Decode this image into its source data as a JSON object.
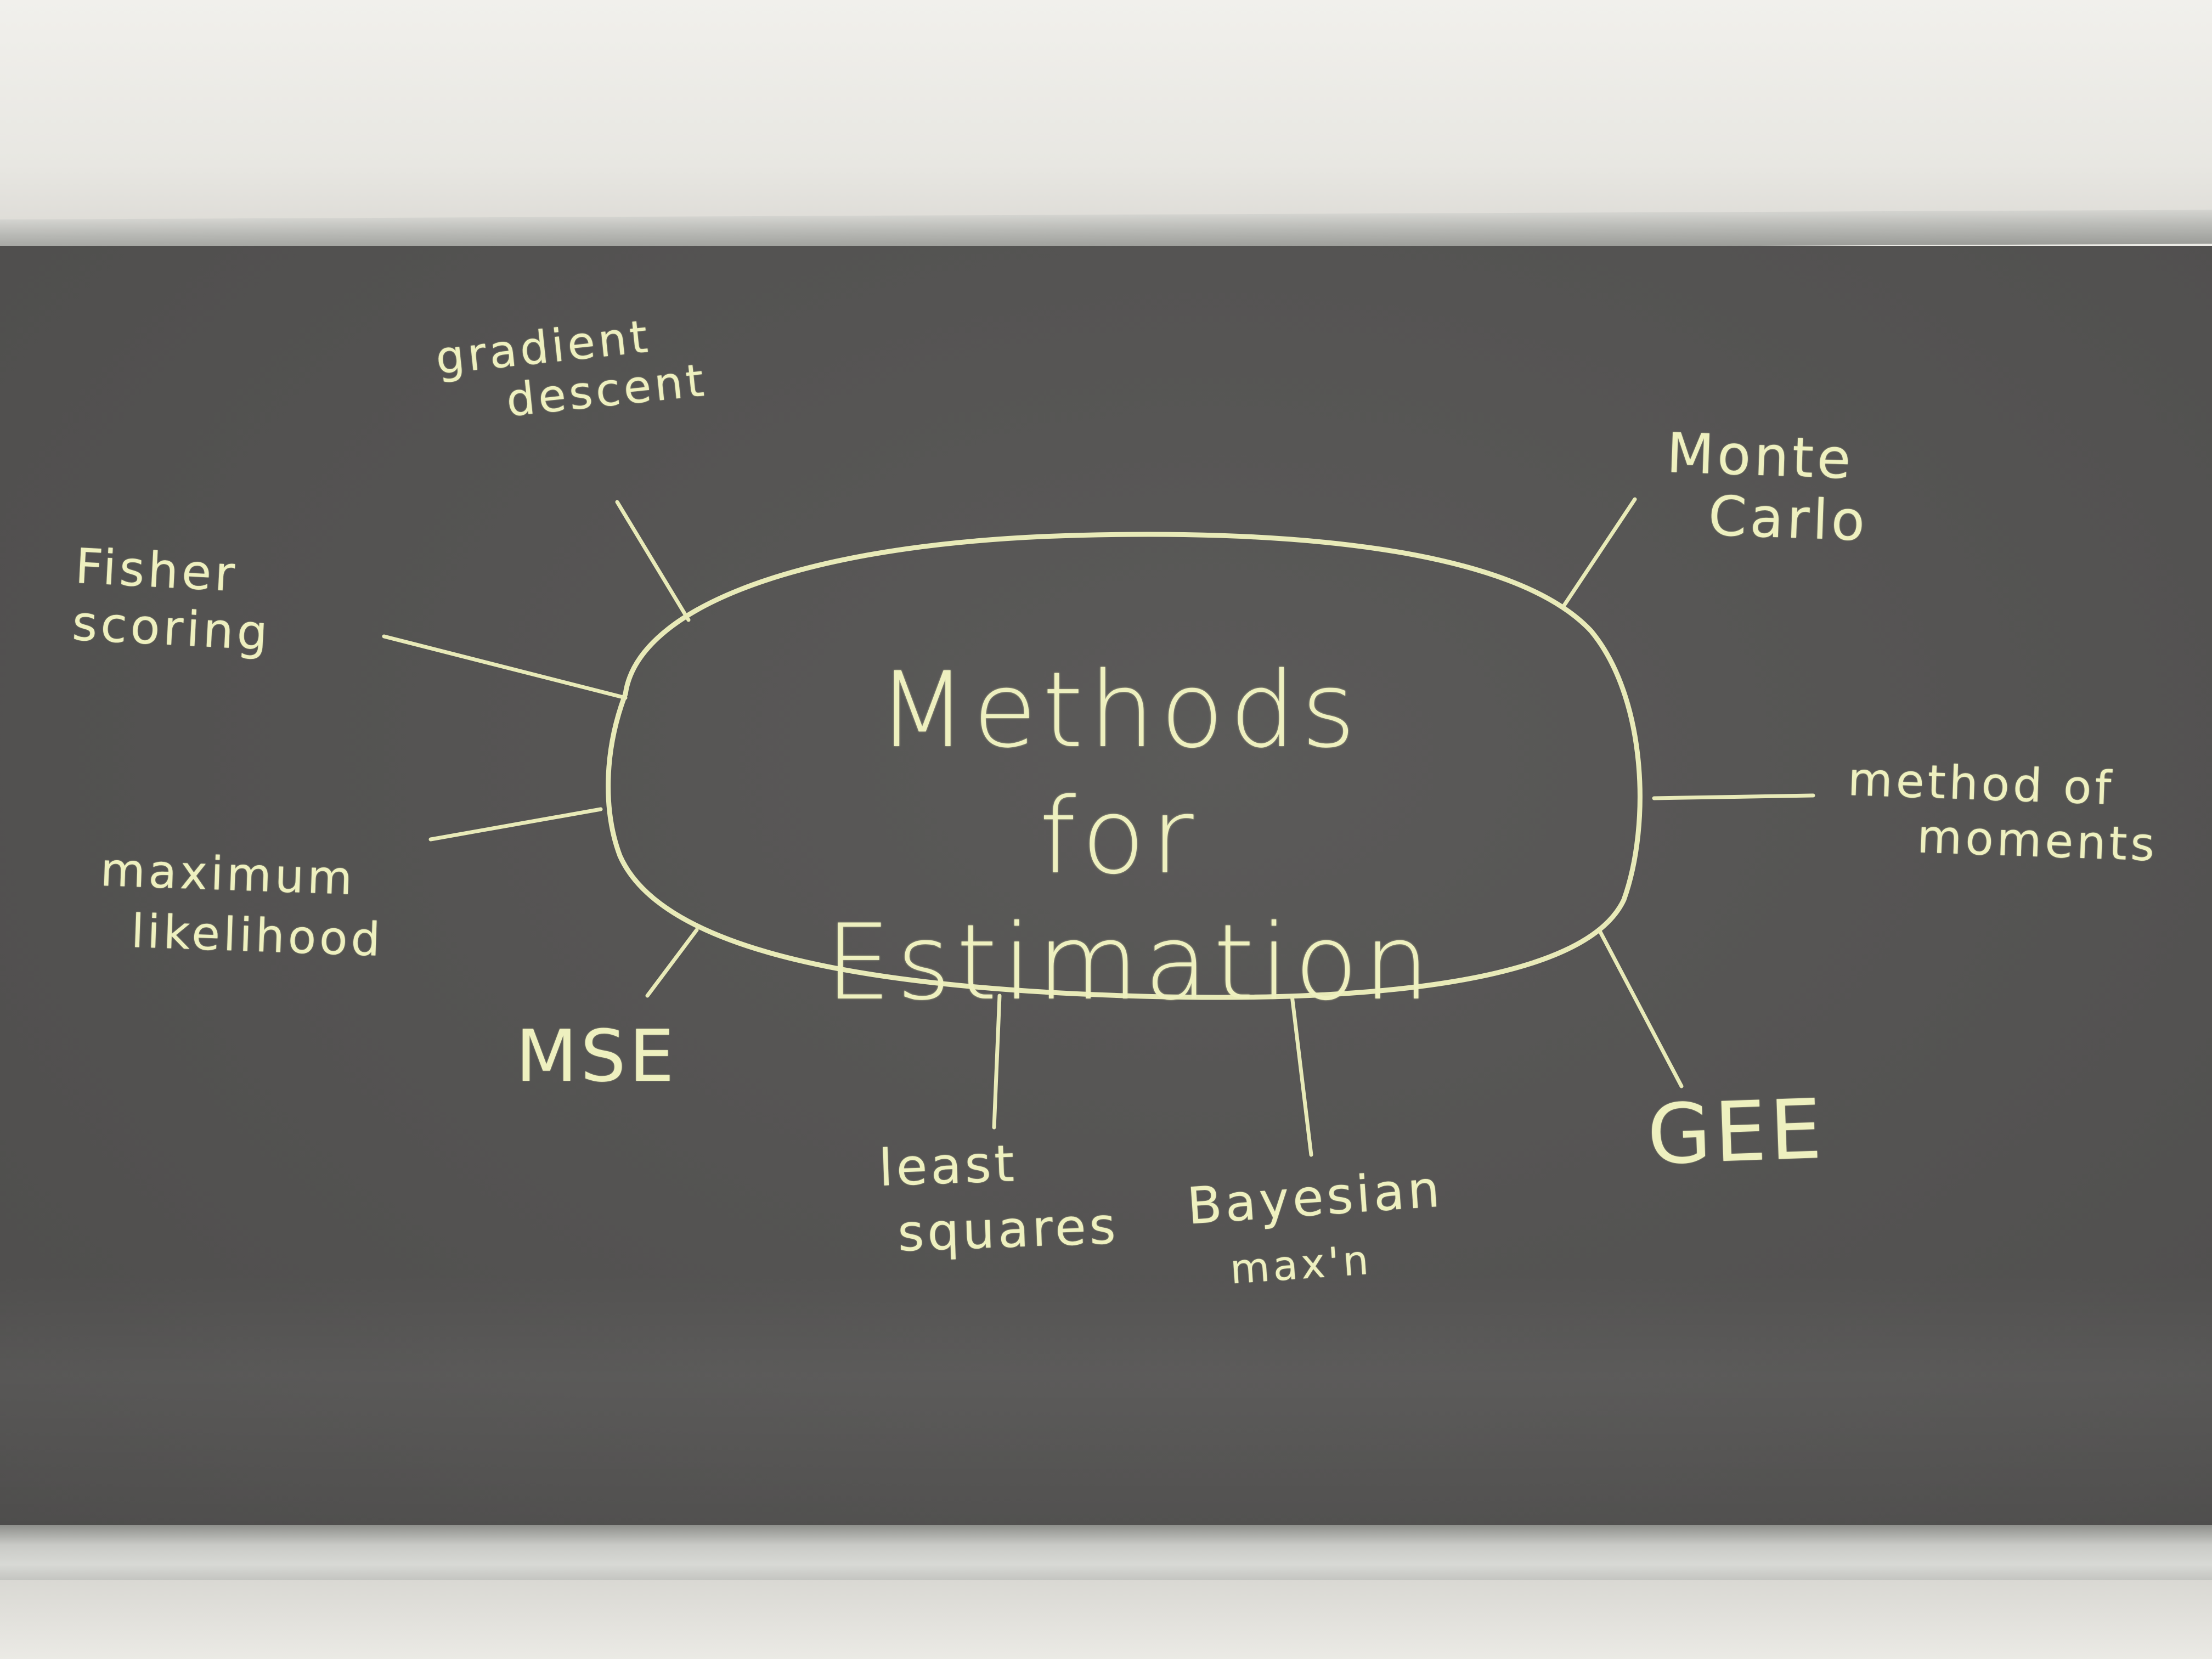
{
  "center": {
    "line1": "Methods for",
    "line2": "Estimation"
  },
  "branches": {
    "gradient_descent": {
      "line1": "gradient",
      "line2": "descent"
    },
    "fisher_scoring": {
      "line1": "Fisher",
      "line2": "scoring"
    },
    "maximum_likelihood": {
      "line1": "maximum",
      "line2": "likelihood"
    },
    "mse": {
      "line1": "MSE"
    },
    "least_squares": {
      "line1": "least",
      "line2": "squares"
    },
    "bayesian": {
      "line1": "Bayesian",
      "line2": "max'n"
    },
    "gee": {
      "line1": "GEE"
    },
    "method_of_moments": {
      "line1": "method of",
      "line2": "moments"
    },
    "monte_carlo": {
      "line1": "Monte",
      "line2": "Carlo"
    }
  },
  "colors": {
    "chalk": "#e8eab8",
    "board": "#555453",
    "wall": "#ecebe6"
  }
}
